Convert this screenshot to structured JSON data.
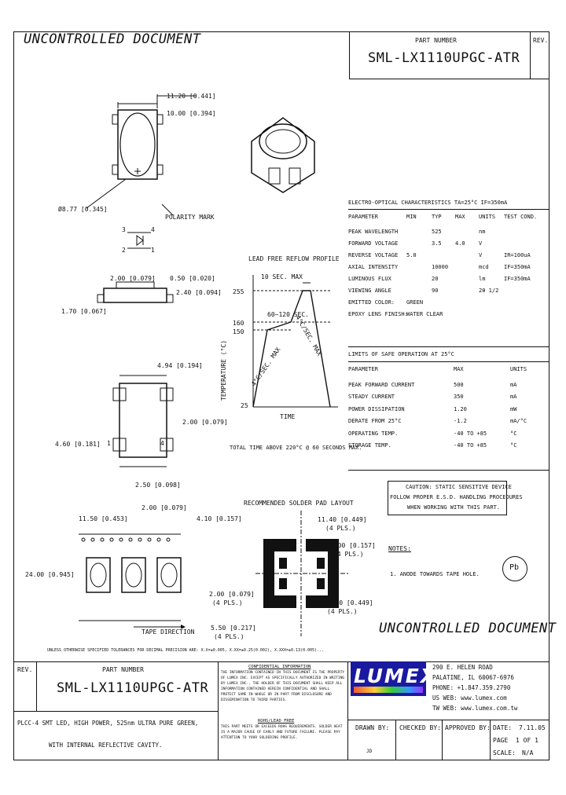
{
  "header": {
    "title": "UNCONTROLLED DOCUMENT",
    "part_number_label": "PART NUMBER",
    "part_number": "SML-LX1110UPGC-ATR",
    "rev_label": "REV."
  },
  "drawing": {
    "dim_top_1": "11.20 [0.441]",
    "dim_top_2": "10.00 [0.394]",
    "dim_diam": "Ø8.77 [0.345]",
    "polarity": "POLARITY MARK",
    "pin_3": "3",
    "pin_4": "4",
    "pin_2": "2",
    "pin_1": "1",
    "dim_side_1": "2.00 [0.079]",
    "dim_side_2": "0.50 [0.020]",
    "dim_side_3": "2.40 [0.094]",
    "dim_side_4": "1.70 [0.067]",
    "dim_bottom_1": "4.94 [0.194]",
    "dim_bottom_2": "2.00 [0.079]",
    "dim_bottom_3": "4.60 [0.181]",
    "dim_bottom_4": "2.50 [0.098]",
    "pad_1": "1",
    "pad_4": "4",
    "tape_dim_1": "11.50 [0.453]",
    "tape_dim_2": "2.00 [0.079]",
    "tape_dim_3": "4.10 [0.157]",
    "tape_dim_4": "24.00 [0.945]",
    "tape_direction": "TAPE DIRECTION"
  },
  "reflow": {
    "title": "LEAD FREE REFLOW PROFILE",
    "max_label": "10 SEC. MAX",
    "t1": "255",
    "t2": "160",
    "t3": "150",
    "t4": "25",
    "zone": "60~120 SEC.",
    "ramp_down": "4°C/SEC. MAX",
    "ramp_up": "4°C/SEC. MAX",
    "ylabel": "TEMPERATURE (°C)",
    "xlabel": "TIME",
    "note": "TOTAL TIME ABOVE 220°C @ 60 SECONDS MAX."
  },
  "solder": {
    "title": "RECOMMENDED SOLDER PAD LAYOUT",
    "d1": "11.40 [0.449]",
    "d1b": "(4 PLS.)",
    "d2": "4.00 [0.157]",
    "d2b": "(4 PLS.)",
    "d3": "2.00 [0.079]",
    "d3b": "(4 PLS.)",
    "d4": "11.40 [0.449]",
    "d4b": "(4 PLS.)",
    "d5": "5.50 [0.217]",
    "d5b": "(4 PLS.)"
  },
  "electro": {
    "title": "ELECTRO-OPTICAL CHARACTERISTICS TA=25°C   IF=350mA",
    "headers": [
      "PARAMETER",
      "MIN",
      "TYP",
      "MAX",
      "UNITS",
      "TEST COND."
    ],
    "rows": [
      [
        "PEAK WAVELENGTH",
        "",
        "525",
        "",
        "nm",
        ""
      ],
      [
        "FORWARD VOLTAGE",
        "",
        "3.5",
        "4.0",
        "V",
        ""
      ],
      [
        "REVERSE VOLTAGE",
        "5.0",
        "",
        "",
        "V",
        "IR=100uA"
      ],
      [
        "AXIAL INTENSITY",
        "",
        "10000",
        "",
        "mcd",
        "IF=350mA"
      ],
      [
        "LUMINOUS FLUX",
        "",
        "20",
        "",
        "lm",
        "IF=350mA"
      ],
      [
        "VIEWING ANGLE",
        "",
        "90",
        "",
        "2θ 1/2",
        ""
      ],
      [
        "EMITTED COLOR:",
        "GREEN",
        "",
        "",
        "",
        ""
      ],
      [
        "EPOXY LENS FINISH:",
        "WATER CLEAR",
        "",
        "",
        "",
        ""
      ]
    ]
  },
  "limits": {
    "title": "LIMITS OF SAFE OPERATION AT 25°C",
    "headers": [
      "PARAMETER",
      "MAX",
      "UNITS"
    ],
    "rows": [
      [
        "PEAK FORWARD CURRENT",
        "500",
        "mA"
      ],
      [
        "STEADY CURRENT",
        "350",
        "mA"
      ],
      [
        "POWER DISSIPATION",
        "1.20",
        "mW"
      ],
      [
        "DERATE FROM 25°C",
        "-1.2",
        "mA/°C"
      ],
      [
        "OPERATING TEMP.",
        "-40 TO +85",
        "°C"
      ],
      [
        "STORAGE TEMP.",
        "-40 TO +85",
        "°C"
      ]
    ]
  },
  "caution": {
    "l1": "CAUTION: STATIC SENSITIVE DEVICE",
    "l2": "FOLLOW PROPER E.S.D. HANDLING PROCEDURES",
    "l3": "WHEN WORKING WITH THIS PART."
  },
  "notes": {
    "title": "NOTES:",
    "n1": "1. ANODE TOWARDS TAPE HOLE.",
    "pbfree": "Pb"
  },
  "footer": {
    "uncontrolled": "UNCONTROLLED DOCUMENT",
    "tolerance": "UNLESS OTHERWISE SPECIFIED TOLERANCES FOR DECIMAL PRECISION ARE: X.X=±0.005, X.XX=±0.25(0.002), X.XXX=±0.13(0.005)...",
    "rev_label": "REV.",
    "part_number_label": "PART NUMBER",
    "part_number": "SML-LX1110UPGC-ATR",
    "desc_1": "PLCC-4 SMT LED, HIGH POWER, 525nm ULTRA PURE GREEN,",
    "desc_2": "WITH INTERNAL REFLECTIVE CAVITY.",
    "confidential_title": "CONFIDENTIAL INFORMATION",
    "confidential_text": "THE INFORMATION CONTAINED IN THIS DOCUMENT IS THE PROPERTY OF LUMEX INC. EXCEPT AS SPECIFICALLY AUTHORIZED IN WRITING BY LUMEX INC., THE HOLDER OF THIS DOCUMENT SHALL KEEP ALL INFORMATION CONTAINED HEREIN CONFIDENTIAL AND SHALL PROTECT SAME IN WHOLE OR IN PART FROM DISCLOSURE AND DISSEMINATION TO THIRD PARTIES.",
    "rohs_title": "ROHS/LEAD FREE",
    "rohs_text": "THIS PART MEETS OR EXCEEDS ROHS REQUIREMENTS. SOLDER HEAT IS A MAJOR CAUSE OF EARLY AND FUTURE FAILURE. PLEASE PAY ATTENTION TO YOUR SOLDERING PROFILE.",
    "logo": "LUMEX",
    "addr1": "290 E. HELEN ROAD",
    "addr2": "PALATINE, IL 60067-6976",
    "phone": "PHONE: +1.847.359.2790",
    "web1": "US WEB: www.lumex.com",
    "web2": "TW WEB: www.lumex.com.tw",
    "drawn_by_label": "DRAWN BY:",
    "drawn_by": "JD",
    "checked_by_label": "CHECKED BY:",
    "approved_by_label": "APPROVED BY:",
    "date_label": "DATE:",
    "date": "7.11.05",
    "page_label": "PAGE",
    "page": "1 OF 1",
    "scale_label": "SCALE:",
    "scale": "N/A"
  }
}
